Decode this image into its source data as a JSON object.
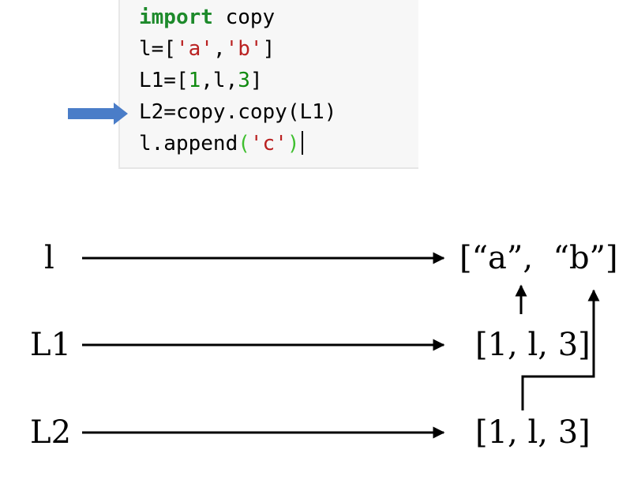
{
  "code": {
    "lines": [
      [
        {
          "t": "import",
          "c": "kw"
        },
        {
          "t": " copy",
          "c": ""
        }
      ],
      [
        {
          "t": "l=[",
          "c": ""
        },
        {
          "t": "'a'",
          "c": "str"
        },
        {
          "t": ",",
          "c": ""
        },
        {
          "t": "'b'",
          "c": "str"
        },
        {
          "t": "]",
          "c": ""
        }
      ],
      [
        {
          "t": "L1=[",
          "c": ""
        },
        {
          "t": "1",
          "c": "num"
        },
        {
          "t": ",l,",
          "c": ""
        },
        {
          "t": "3",
          "c": "num"
        },
        {
          "t": "]",
          "c": ""
        }
      ],
      [
        {
          "t": "L2=copy.copy(L1)",
          "c": ""
        }
      ],
      [
        {
          "t": "l.append",
          "c": ""
        },
        {
          "t": "(",
          "c": "paren-hl"
        },
        {
          "t": "'c'",
          "c": "str"
        },
        {
          "t": ")",
          "c": "paren-hl"
        }
      ]
    ],
    "pointer_line_index": 3,
    "cursor_line_index": 4
  },
  "diagram": {
    "variables": [
      "l",
      "L1",
      "L2"
    ],
    "list_letters": "[“a”,  “b”]",
    "list_l1": "[1, l, 3]",
    "list_l2": "[1, l, 3]"
  },
  "colors": {
    "pointer_arrow": "#4a7dc8",
    "code_background": "#f7f7f7",
    "keyword": "#1d8a2b",
    "string": "#ba2121",
    "number": "#108a10"
  },
  "icons": {
    "pointer": "right-arrow-icon"
  }
}
